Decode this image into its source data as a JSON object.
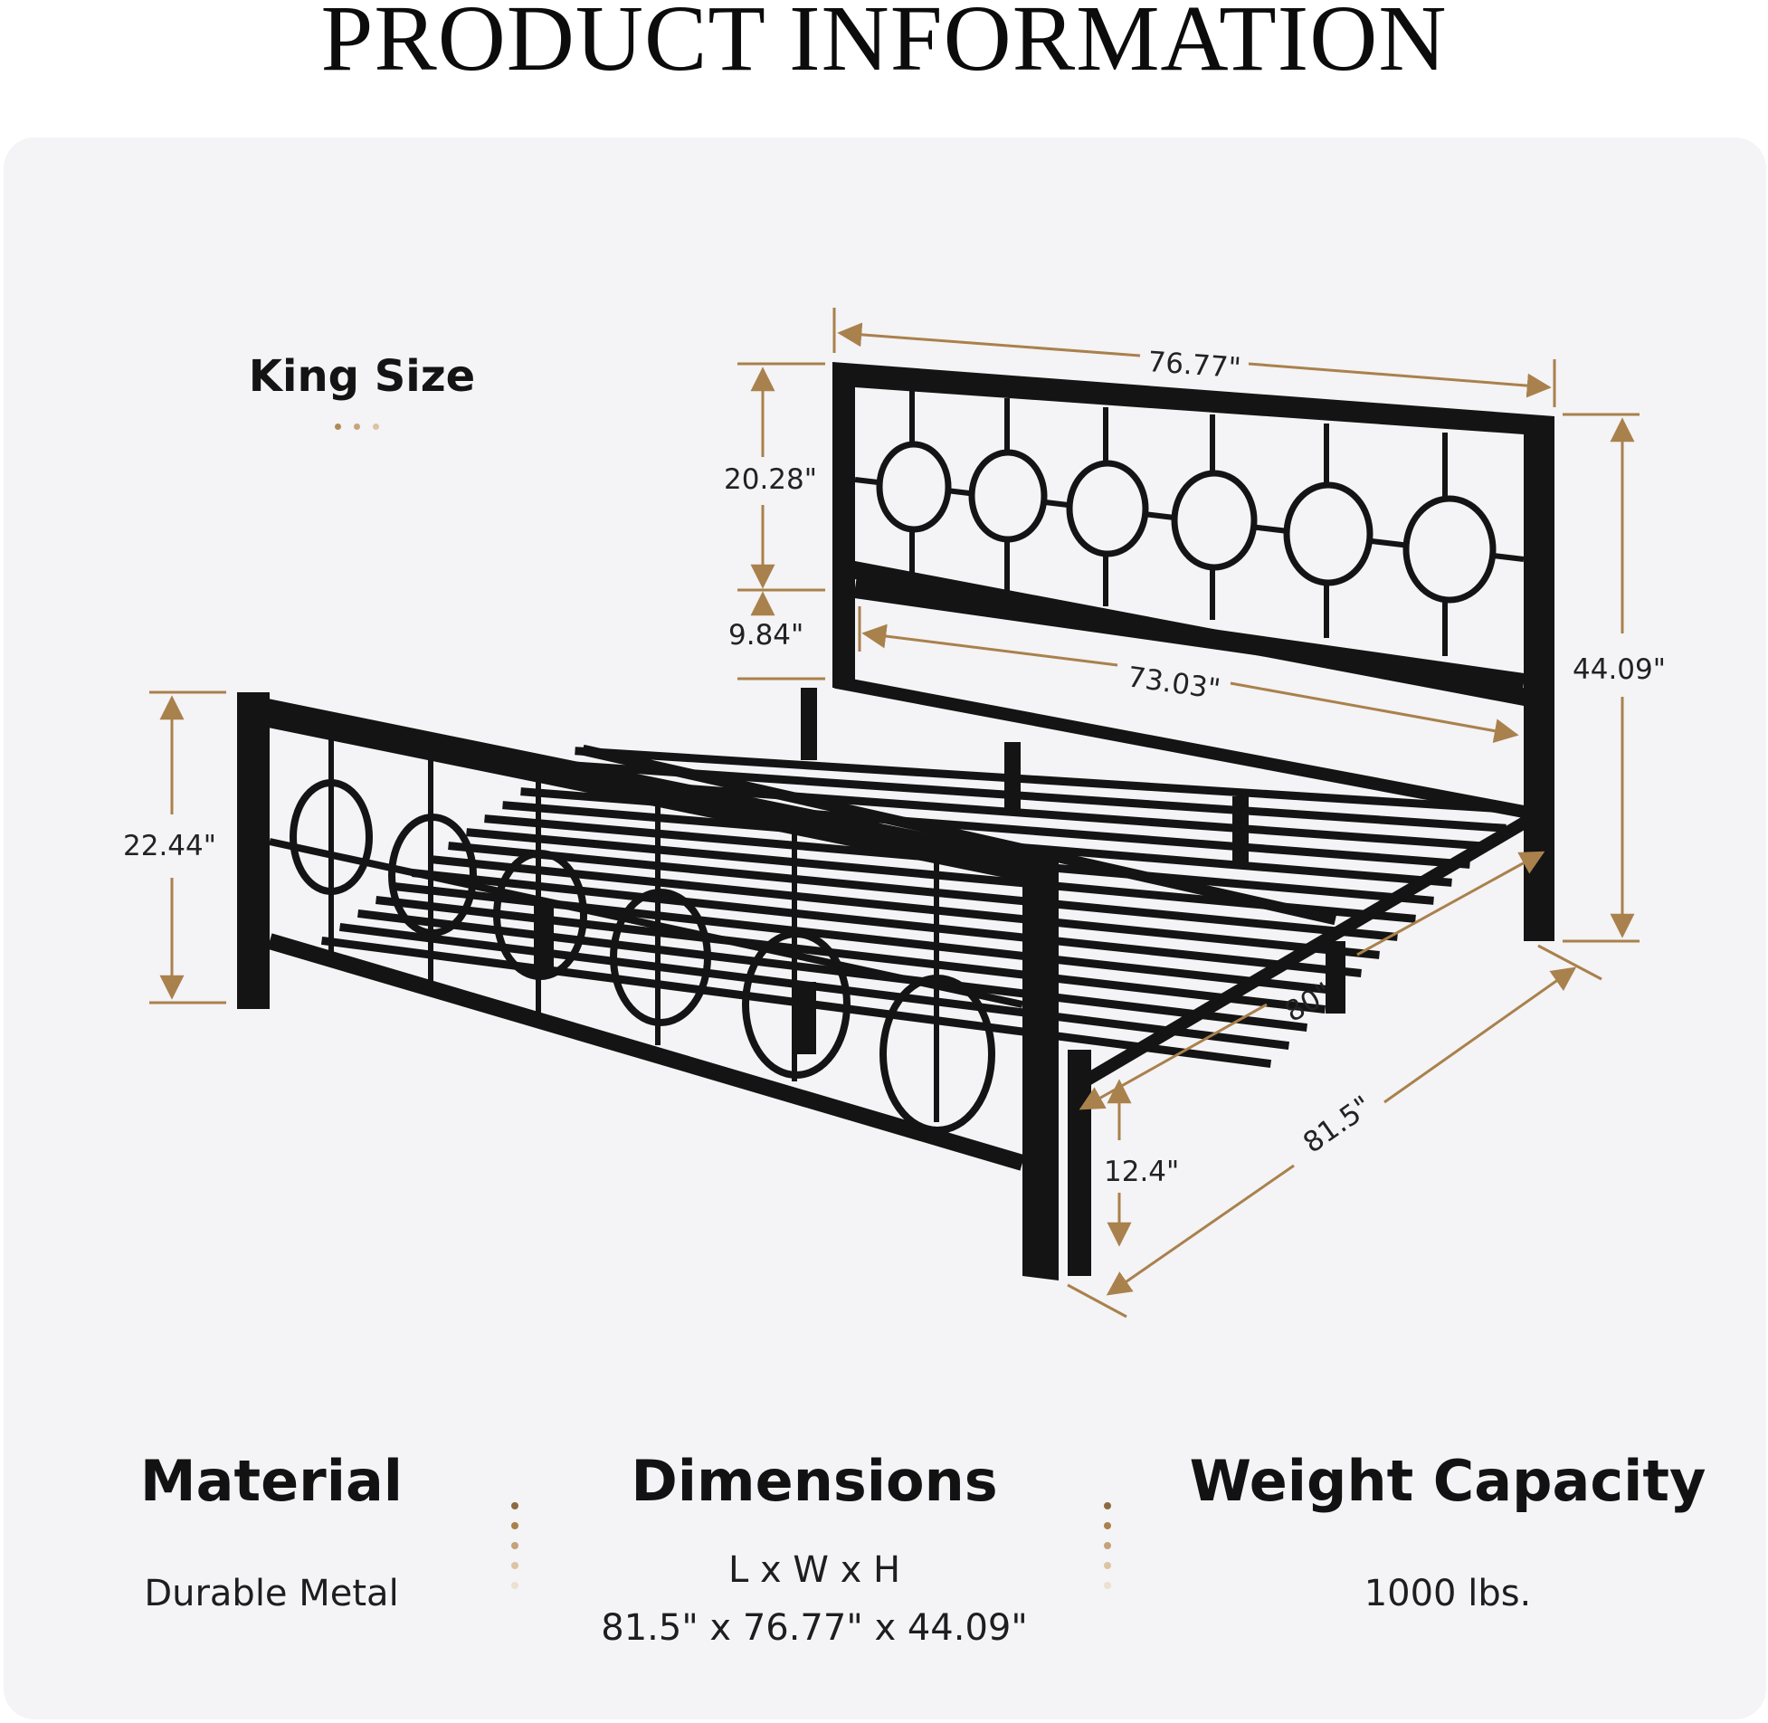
{
  "header": {
    "title": "PRODUCT INFORMATION"
  },
  "product": {
    "size_label": "King Size"
  },
  "dimensions": {
    "headboard_width": "76.77\"",
    "headboard_panel_height": "20.28\"",
    "headboard_gap": "9.84\"",
    "inner_width": "73.03\"",
    "total_height": "44.09\"",
    "footboard_height": "22.44\"",
    "frame_length": "80\"",
    "total_length": "81.5\"",
    "under_bed_clearance": "12.4\""
  },
  "info": {
    "material": {
      "heading": "Material",
      "value": "Durable Metal"
    },
    "dimensions": {
      "heading": "Dimensions",
      "formula": "L x W x H",
      "value": "81.5\" x 76.77\" x 44.09\""
    },
    "weight": {
      "heading": "Weight Capacity",
      "value": "1000 lbs."
    }
  },
  "colors": {
    "accent": "#b08a55",
    "frame": "#1a1a1a",
    "panel_bg": "#f4f3f6"
  }
}
